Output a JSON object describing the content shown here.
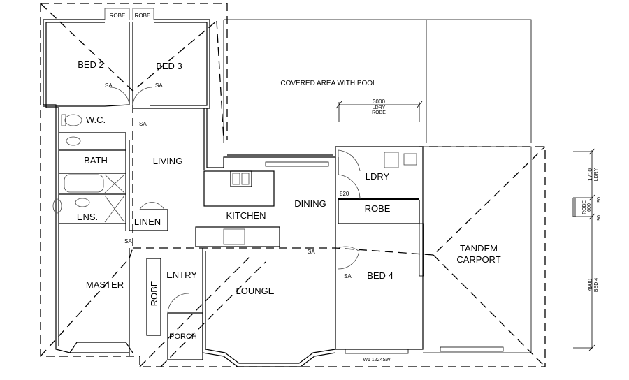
{
  "rooms": {
    "bed2": "BED 2",
    "bed3": "BED 3",
    "robe1": "ROBE",
    "robe2": "ROBE",
    "wc": "W.C.",
    "bath": "BATH",
    "living": "LIVING",
    "ens": "ENS.",
    "linen": "LINEN",
    "kitchen": "KITCHEN",
    "dining": "DINING",
    "covered": "COVERED AREA WITH POOL",
    "ldry": "LDRY",
    "robe_ldry": "ROBE",
    "master": "MASTER",
    "robe_master": "ROBE",
    "entry": "ENTRY",
    "porch": "PORCH",
    "lounge": "LOUNGE",
    "bed4": "BED 4",
    "carport_1": "TANDEM",
    "carport_2": "CARPORT"
  },
  "annotations": {
    "sa": "SA",
    "door_820": "820",
    "window": "W1 1224SW"
  },
  "dimensions": {
    "top_value": "3000",
    "top_label1": "LDRY",
    "top_label2": "ROBE",
    "d1_value": "1710",
    "d1_label": "LDRY",
    "d2_value": "90",
    "d3_value": "600",
    "d3_label": "ROBE",
    "d4_value": "90",
    "d5_value": "4900",
    "d5_label": "BED 4"
  }
}
